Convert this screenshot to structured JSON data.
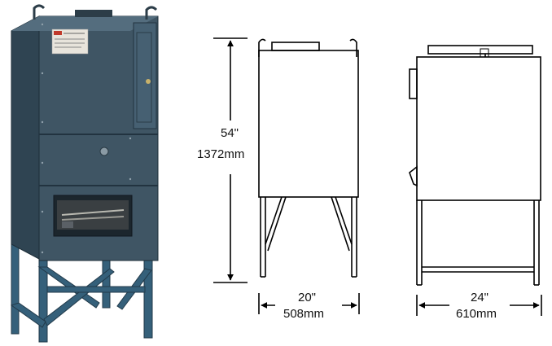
{
  "photo": {
    "label_plate": "label-plate",
    "colors": {
      "body": "#3f5564",
      "body_dark": "#2c3d48",
      "body_light": "#5a7283",
      "frame": "#35607a"
    }
  },
  "front_view": {
    "height_in": "54\"",
    "height_mm": "1372mm",
    "width_in": "20\"",
    "width_mm": "508mm"
  },
  "side_view": {
    "depth_in": "24\"",
    "depth_mm": "610mm"
  },
  "line_color": "#000000"
}
